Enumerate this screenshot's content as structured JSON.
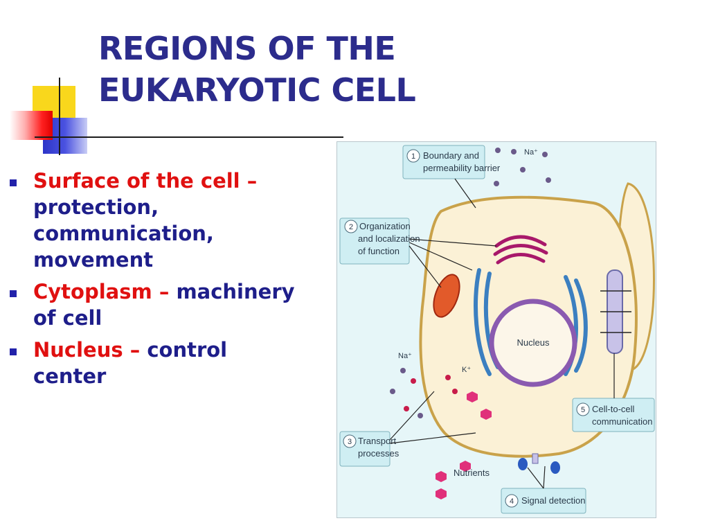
{
  "title": {
    "line1": "REGIONS OF THE",
    "line2": "EUKARYOTIC CELL"
  },
  "bullets": [
    {
      "term": "Surface of the cell",
      "sep": " – ",
      "desc": "protection, communication, movement"
    },
    {
      "term": "Cytoplasm",
      "sep": " – ",
      "desc": "machinery of cell"
    },
    {
      "term": "Nucleus",
      "sep": " – ",
      "desc": "control center"
    }
  ],
  "diagram": {
    "callouts": [
      {
        "num": "1",
        "lines": [
          "Boundary and",
          "permeability barrier"
        ]
      },
      {
        "num": "2",
        "lines": [
          "Organization",
          "and localization",
          "of function"
        ]
      },
      {
        "num": "3",
        "lines": [
          "Transport",
          "processes"
        ]
      },
      {
        "num": "4",
        "lines": [
          "Signal detection"
        ]
      },
      {
        "num": "5",
        "lines": [
          "Cell-to-cell",
          "communication"
        ]
      }
    ],
    "labels": {
      "nucleus": "Nucleus",
      "nutrients": "Nutrients",
      "na_top": "Na⁺",
      "na_left": "Na⁺",
      "k": "K⁺"
    }
  },
  "colors": {
    "title": "#2c2c8c",
    "term": "#e01010",
    "desc": "#1e1e8a",
    "panel_bg": "#e6f6f8"
  }
}
